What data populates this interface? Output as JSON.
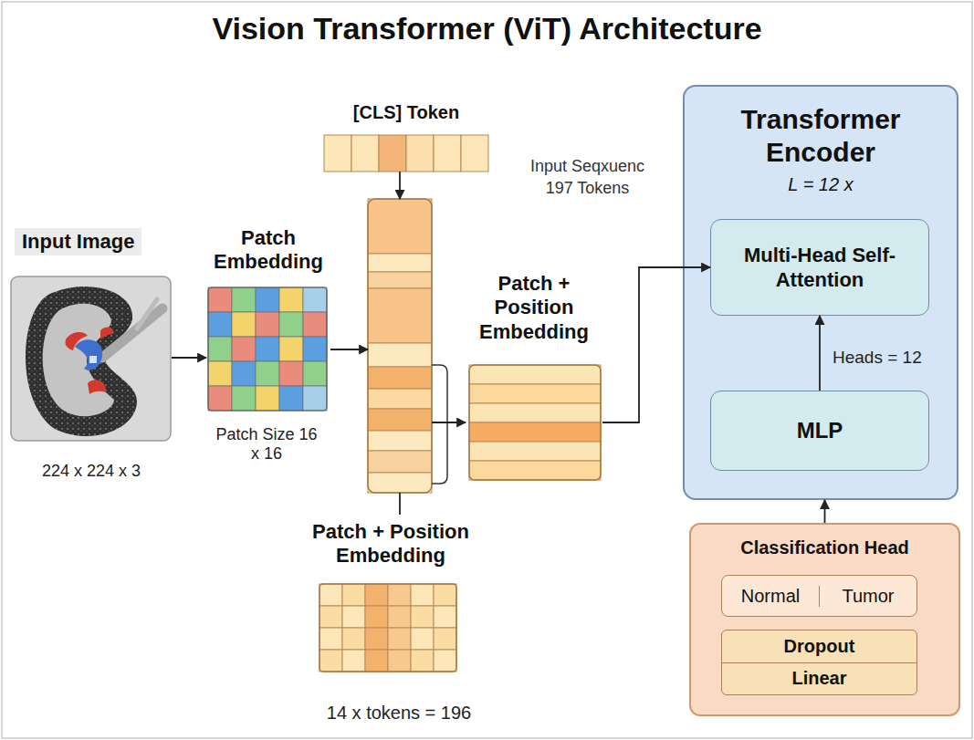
{
  "diagram": {
    "title": "Vision Transformer (ViT) Architecture",
    "nodes": [
      {
        "text": [
          "Input Image"
        ]
      },
      {
        "text": [
          "Patch Embedding"
        ]
      },
      {
        "text": [
          "[CLS] Token"
        ]
      },
      {
        "text": [
          "Input Seqxuenc 197 Tokens"
        ]
      },
      {
        "text": [
          "Patch + Position Embedding"
        ]
      },
      {
        "text": [
          "Patch + Position Embedding"
        ]
      },
      {
        "text": [
          "Transformer Encoder",
          "L = 12 x"
        ]
      },
      {
        "text": [
          "Multi-Head Self-Attention"
        ],
        "in": 6
      },
      {
        "text": [
          "MLP"
        ],
        "in": 6
      },
      {
        "text": [
          "Classification Head"
        ]
      },
      {
        "text": [
          "Normal",
          "Tumor"
        ],
        "in": 9
      },
      {
        "text": [
          "Dropout",
          "Linear"
        ],
        "in": 9
      }
    ],
    "edges": [
      {
        "from": 0,
        "to": 1,
        "arrow": "to"
      },
      {
        "from": 1,
        "to": 3,
        "arrow": "to"
      },
      {
        "from": 2,
        "to": 3,
        "arrow": "to"
      },
      {
        "from": 3,
        "to": 4,
        "arrow": "to"
      },
      {
        "from": 3,
        "to": 5,
        "arrow": "none"
      },
      {
        "from": 4,
        "to": 7,
        "arrow": "to"
      },
      {
        "from": 8,
        "to": 7,
        "label": "Heads = 12",
        "arrow": "to"
      },
      {
        "from": 9,
        "to": 6,
        "arrow": "to"
      }
    ],
    "labels": [
      "224 x 224 x 3",
      "Patch Size 16 x 16",
      "14 x tokens = 196"
    ]
  }
}
